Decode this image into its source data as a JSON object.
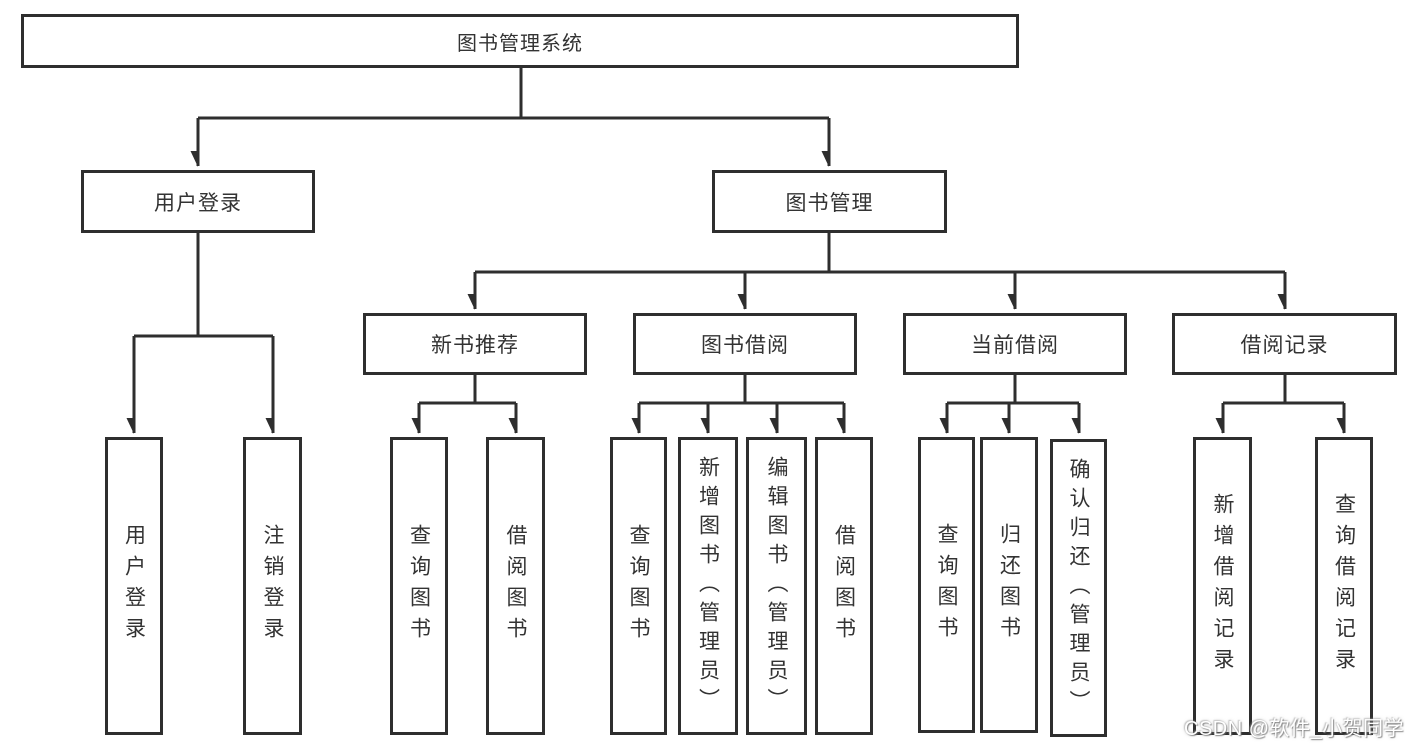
{
  "diagram": {
    "title": "图书管理系统",
    "level2": {
      "user_login": "用户登录",
      "book_management": "图书管理"
    },
    "level3": [
      "新书推荐",
      "图书借阅",
      "当前借阅",
      "借阅记录"
    ],
    "leaves": {
      "user_login_children": [
        "用户登录",
        "注销登录"
      ],
      "new_book_children": [
        "查询图书",
        "借阅图书"
      ],
      "book_borrow_children": [
        "查询图书",
        "新增图书（管理员）",
        "编辑图书（管理员）",
        "借阅图书"
      ],
      "current_borrow_children": [
        "查询图书",
        "归还图书",
        "确认归还（管理员）"
      ],
      "borrow_record_children": [
        "新增借阅记录",
        "查询借阅记录"
      ]
    },
    "colors": {
      "line": "#2e2e2e",
      "text": "#333333",
      "box_background": "#ffffff"
    }
  },
  "watermark": {
    "text": "CSDN @软件_小贺同学"
  }
}
